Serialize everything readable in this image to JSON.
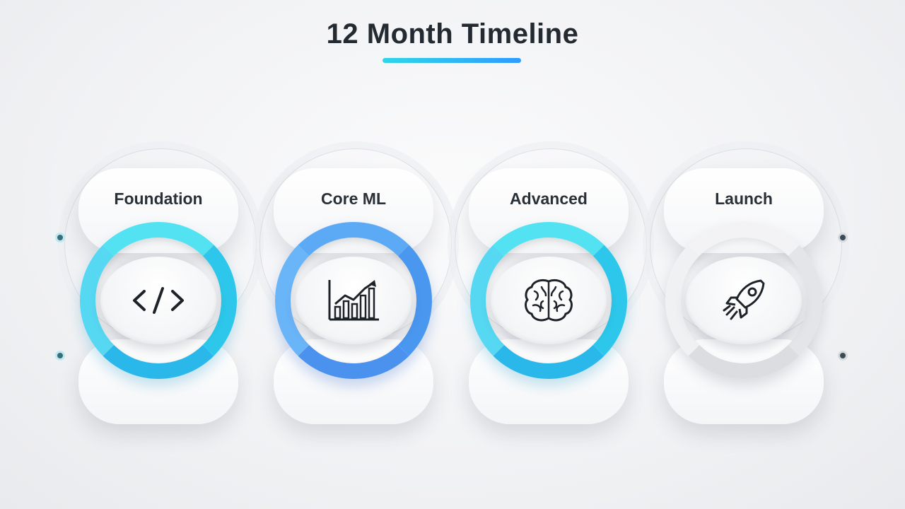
{
  "title": "12 Month Timeline",
  "colors": {
    "accent_cyan": "#3fd5ec",
    "accent_blue": "#5aa4f4",
    "neutral_grey": "#ececef",
    "underline_start": "#2fd6e8",
    "underline_end": "#2f9bff"
  },
  "stages": [
    {
      "label": "Foundation",
      "icon": "code-icon",
      "ring_color": "cyan"
    },
    {
      "label": "Core ML",
      "icon": "bar-chart-growth-icon",
      "ring_color": "blue"
    },
    {
      "label": "Advanced",
      "icon": "brain-icon",
      "ring_color": "cyan"
    },
    {
      "label": "Launch",
      "icon": "rocket-icon",
      "ring_color": "grey"
    }
  ]
}
